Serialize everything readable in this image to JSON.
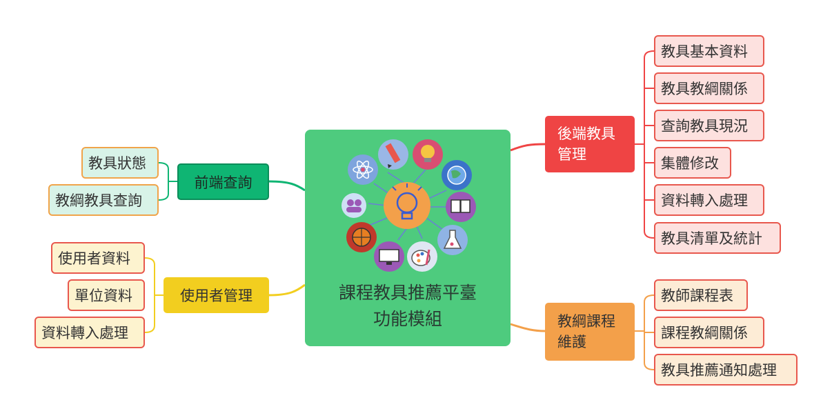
{
  "colors": {
    "central": "#4ecb7e",
    "backend": "#ef4444",
    "curriculum": "#f3a04a",
    "frontend": "#0fb573",
    "user": "#f2ce1f"
  },
  "center": {
    "title_line1": "課程教具推薦平臺",
    "title_line2": "功能模組",
    "icons": [
      "lightbulb-brain-icon",
      "pencil-icon",
      "lightbulb-icon",
      "globe-icon",
      "book-icon",
      "flask-icon",
      "palette-icon",
      "monitor-icon",
      "basketball-icon",
      "users-icon",
      "atom-icon"
    ]
  },
  "backend": {
    "label_line1": "後端教具",
    "label_line2": "管理",
    "items": [
      "教具基本資料",
      "教具教綱關係",
      "查詢教具現況",
      "集體修改",
      "資料轉入處理",
      "教具清單及統計"
    ]
  },
  "curriculum": {
    "label_line1": "教綱課程",
    "label_line2": "維護",
    "items": [
      "教師課程表",
      "課程教綱關係",
      "教具推薦通知處理"
    ]
  },
  "frontend": {
    "label": "前端查詢",
    "items": [
      "教具狀態",
      "教綱教具查詢"
    ]
  },
  "user": {
    "label": "使用者管理",
    "items": [
      "使用者資料",
      "單位資料",
      "資料轉入處理"
    ]
  }
}
